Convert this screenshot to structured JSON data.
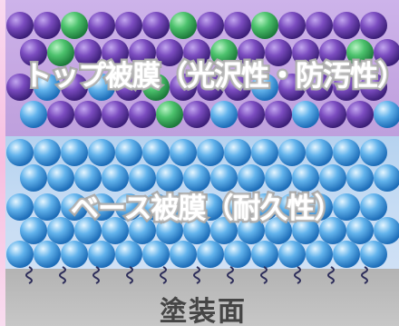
{
  "top_coat": {
    "label": "トップ被膜（光沢性・防汚性）"
  },
  "base_coat": {
    "label": "ベース被膜（耐久性）"
  },
  "substrate": {
    "label": "塗装面"
  },
  "colors": {
    "top_layer_bg": "#c5a7e2",
    "base_layer_bg": "#c6dcf4",
    "substrate_bg": "#bdbdbd",
    "purple_sphere": "#6a3fae",
    "green_sphere": "#3fb563",
    "blue_sphere": "#3f93d6",
    "anchor_chain": "#2d2d5a"
  }
}
